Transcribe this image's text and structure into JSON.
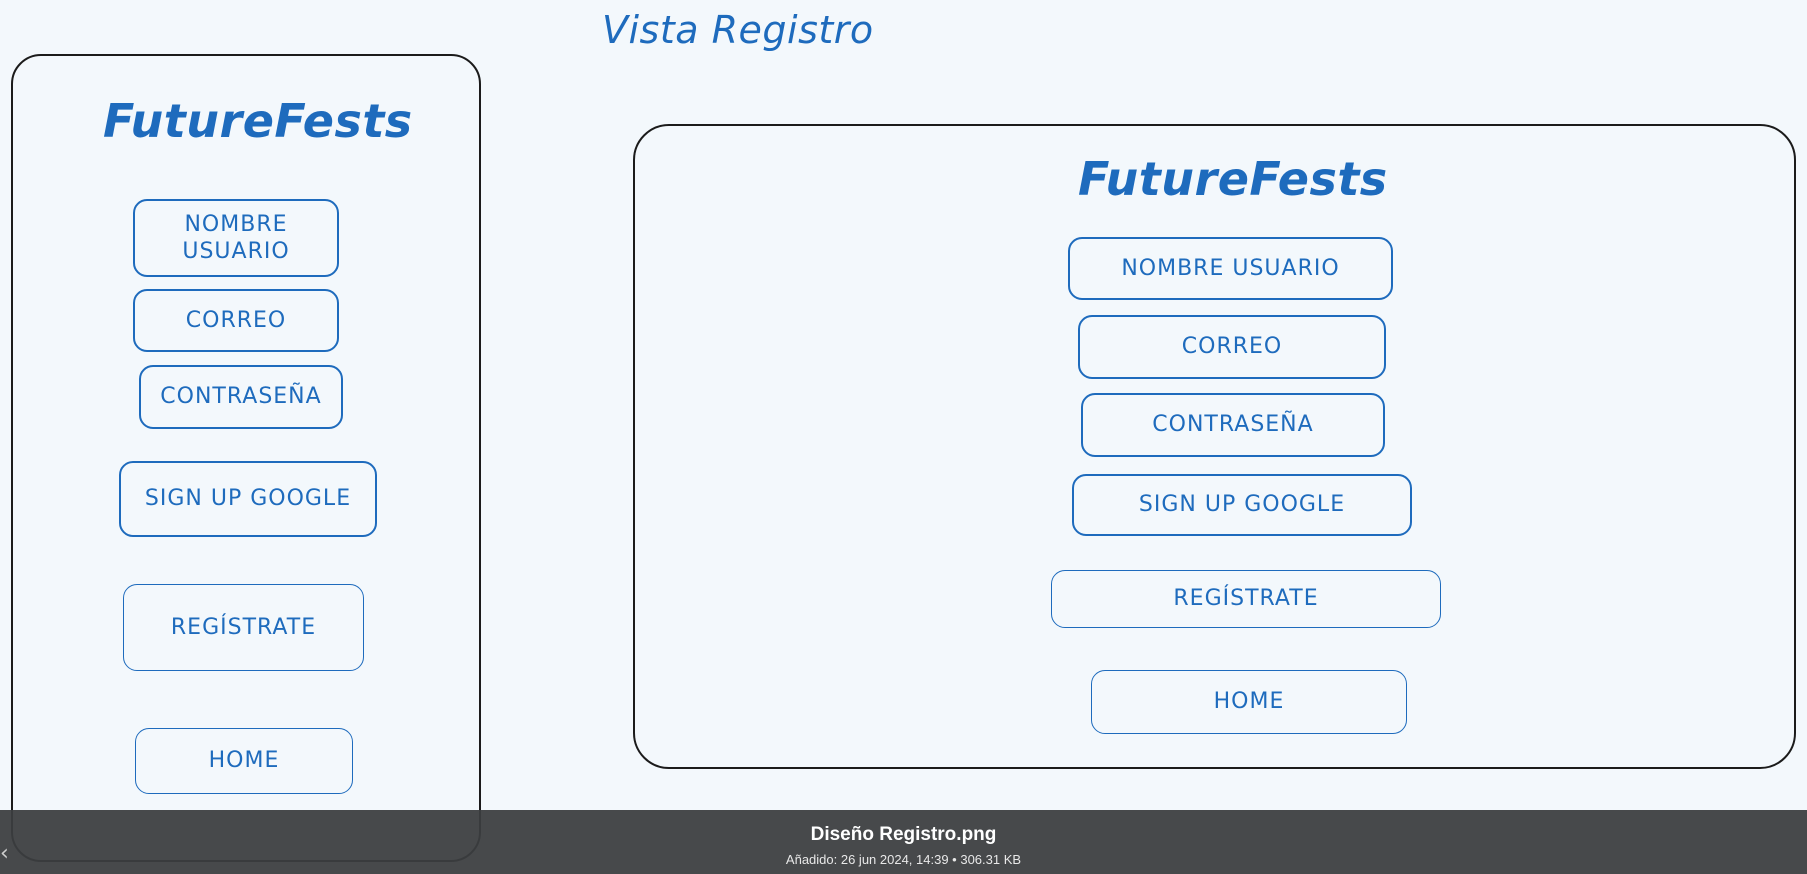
{
  "page_title": "Vista Registro",
  "mobile": {
    "brand": "FutureFests",
    "buttons": {
      "username": "NOMBRE USUARIO",
      "email": "CORREO",
      "password": "CONTRASEÑA",
      "google": "SIGN UP GOOGLE",
      "register": "REGÍSTRATE",
      "home": "HOME"
    }
  },
  "desktop": {
    "brand": "FutureFests",
    "buttons": {
      "username": "NOMBRE USUARIO",
      "email": "CORREO",
      "password": "CONTRASEÑA",
      "google": "SIGN UP GOOGLE",
      "register": "REGÍSTRATE",
      "home": "HOME"
    }
  },
  "viewer": {
    "file_name": "Diseño Registro.png",
    "file_meta": "Añadido: 26 jun 2024, 14:39 • 306.31 KB",
    "prev_icon": "chevron-left-icon"
  },
  "colors": {
    "background": "#f3f8fc",
    "sketch_blue": "#1e6bbd",
    "frame_black": "#1b1b1b",
    "bar": "#3c3e40"
  }
}
